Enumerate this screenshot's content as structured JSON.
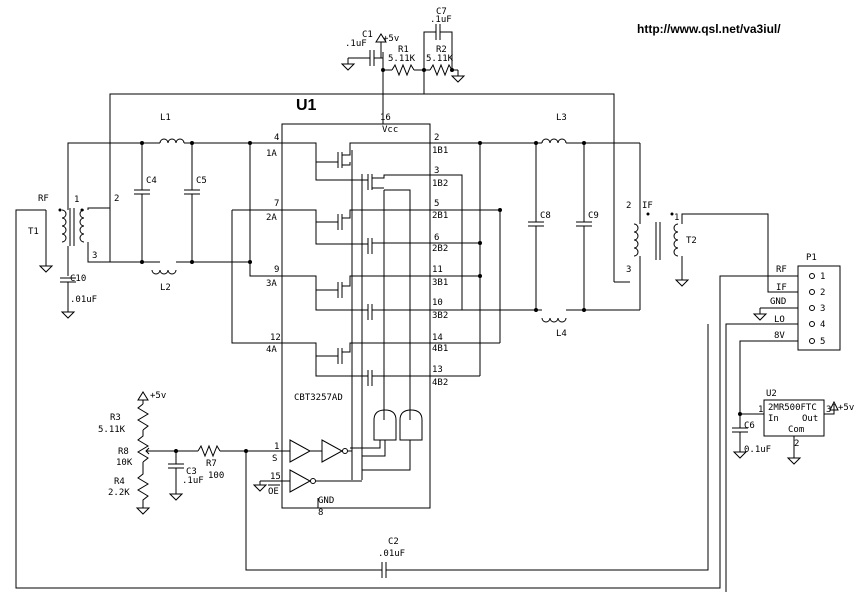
{
  "title": "U1",
  "url": "http://www.qsl.net/va3iul/",
  "u1": {
    "part": "CBT3257AD",
    "vcc_pin": "16",
    "vcc": "Vcc",
    "gnd": "GND",
    "gnd_pin": "8",
    "pins_left": [
      {
        "num": "4",
        "name": "1A"
      },
      {
        "num": "7",
        "name": "2A"
      },
      {
        "num": "9",
        "name": "3A"
      },
      {
        "num": "12",
        "name": "4A"
      },
      {
        "num": "1",
        "name": "S"
      },
      {
        "num": "15",
        "name": "OE"
      }
    ],
    "pins_right": [
      {
        "num": "2",
        "name": "1B1"
      },
      {
        "num": "3",
        "name": "1B2"
      },
      {
        "num": "5",
        "name": "2B1"
      },
      {
        "num": "6",
        "name": "2B2"
      },
      {
        "num": "11",
        "name": "3B1"
      },
      {
        "num": "10",
        "name": "3B2"
      },
      {
        "num": "14",
        "name": "4B1"
      },
      {
        "num": "13",
        "name": "4B2"
      }
    ]
  },
  "components": {
    "C1": {
      "ref": "C1",
      "value": ".1uF"
    },
    "C7": {
      "ref": "C7",
      "value": ".1uF"
    },
    "R1": {
      "ref": "R1",
      "value": "5.11K"
    },
    "R2": {
      "ref": "R2",
      "value": "5.11K"
    },
    "L1": "L1",
    "L2": "L2",
    "L3": "L3",
    "L4": "L4",
    "C4": "C4",
    "C5": "C5",
    "C8": "C8",
    "C9": "C9",
    "T1": "T1",
    "T2": "T2",
    "C10": {
      "ref": "C10",
      "value": ".01uF"
    },
    "R3": {
      "ref": "R3",
      "value": "5.11K"
    },
    "R8": {
      "ref": "R8",
      "value": "10K"
    },
    "R4": {
      "ref": "R4",
      "value": "2.2K"
    },
    "R7": {
      "ref": "R7",
      "value": "100"
    },
    "C3": {
      "ref": "C3",
      "value": ".1uF"
    },
    "C2": {
      "ref": "C2",
      "value": ".01uF"
    },
    "C6": {
      "ref": "C6",
      "value": "0.1uF"
    },
    "U2": {
      "ref": "U2",
      "part": "2MR500FTC",
      "in": "In",
      "out": "Out",
      "com": "Com",
      "pin_in": "1",
      "pin_out": "3",
      "pin_com": "2"
    }
  },
  "labels": {
    "plus5v": "+5v",
    "rf": "RF",
    "if": "IF",
    "t1_pin1": "1",
    "t1_pin2": "2",
    "t1_pin3": "3",
    "t2_pin1": "1",
    "t2_pin2": "2",
    "t2_pin3": "3"
  },
  "p1": {
    "ref": "P1",
    "pins": [
      {
        "num": "1",
        "name": "RF"
      },
      {
        "num": "2",
        "name": "IF"
      },
      {
        "num": "3",
        "name": "GND"
      },
      {
        "num": "4",
        "name": "LO"
      },
      {
        "num": "5",
        "name": "8V"
      }
    ]
  }
}
